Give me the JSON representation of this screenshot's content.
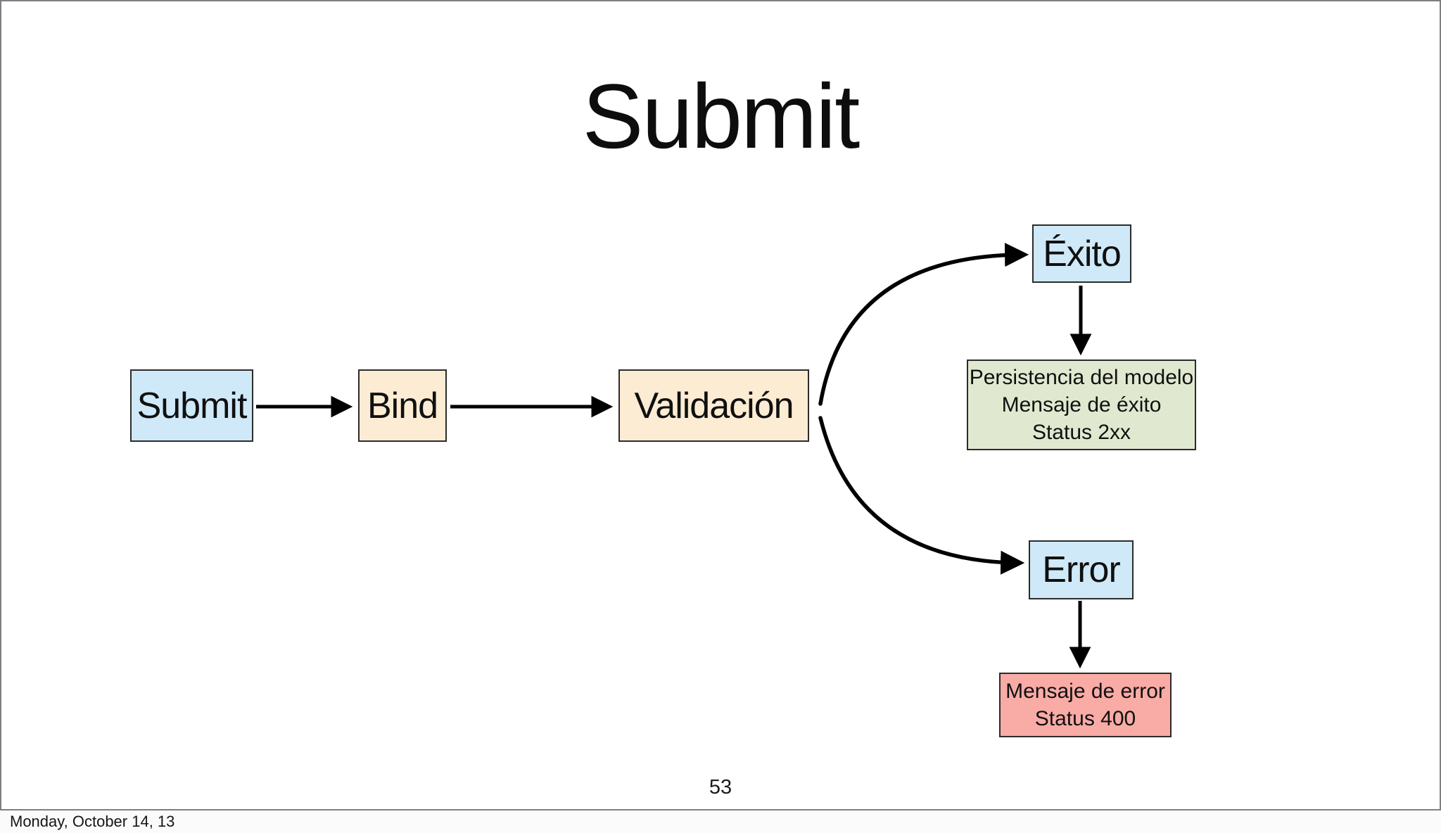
{
  "slide": {
    "title": "Submit",
    "page_number": "53",
    "footer_date": "Monday, October 14, 13"
  },
  "colors": {
    "blue": "#cfe9f8",
    "peach": "#fcecd4",
    "green": "#e0e9d0",
    "red": "#f9aba6",
    "node_border": "#2b2b2b",
    "arrow": "#000000",
    "slide_border": "#817d84"
  },
  "diagram": {
    "nodes": [
      {
        "id": "submit",
        "label": "Submit",
        "fill": "blue"
      },
      {
        "id": "bind",
        "label": "Bind",
        "fill": "peach"
      },
      {
        "id": "validacion",
        "label": "Validación",
        "fill": "peach"
      },
      {
        "id": "exito",
        "label": "Éxito",
        "fill": "blue"
      },
      {
        "id": "error",
        "label": "Error",
        "fill": "blue"
      },
      {
        "id": "persistencia",
        "lines": [
          "Persistencia del modelo",
          "Mensaje de éxito",
          "Status 2xx"
        ],
        "fill": "green"
      },
      {
        "id": "mensaje-error",
        "lines": [
          "Mensaje de error",
          "Status 400"
        ],
        "fill": "red"
      }
    ],
    "edges": [
      {
        "from": "submit",
        "to": "bind"
      },
      {
        "from": "bind",
        "to": "validacion"
      },
      {
        "from": "validacion",
        "to": "exito"
      },
      {
        "from": "validacion",
        "to": "error"
      },
      {
        "from": "exito",
        "to": "persistencia"
      },
      {
        "from": "error",
        "to": "mensaje-error"
      }
    ]
  }
}
